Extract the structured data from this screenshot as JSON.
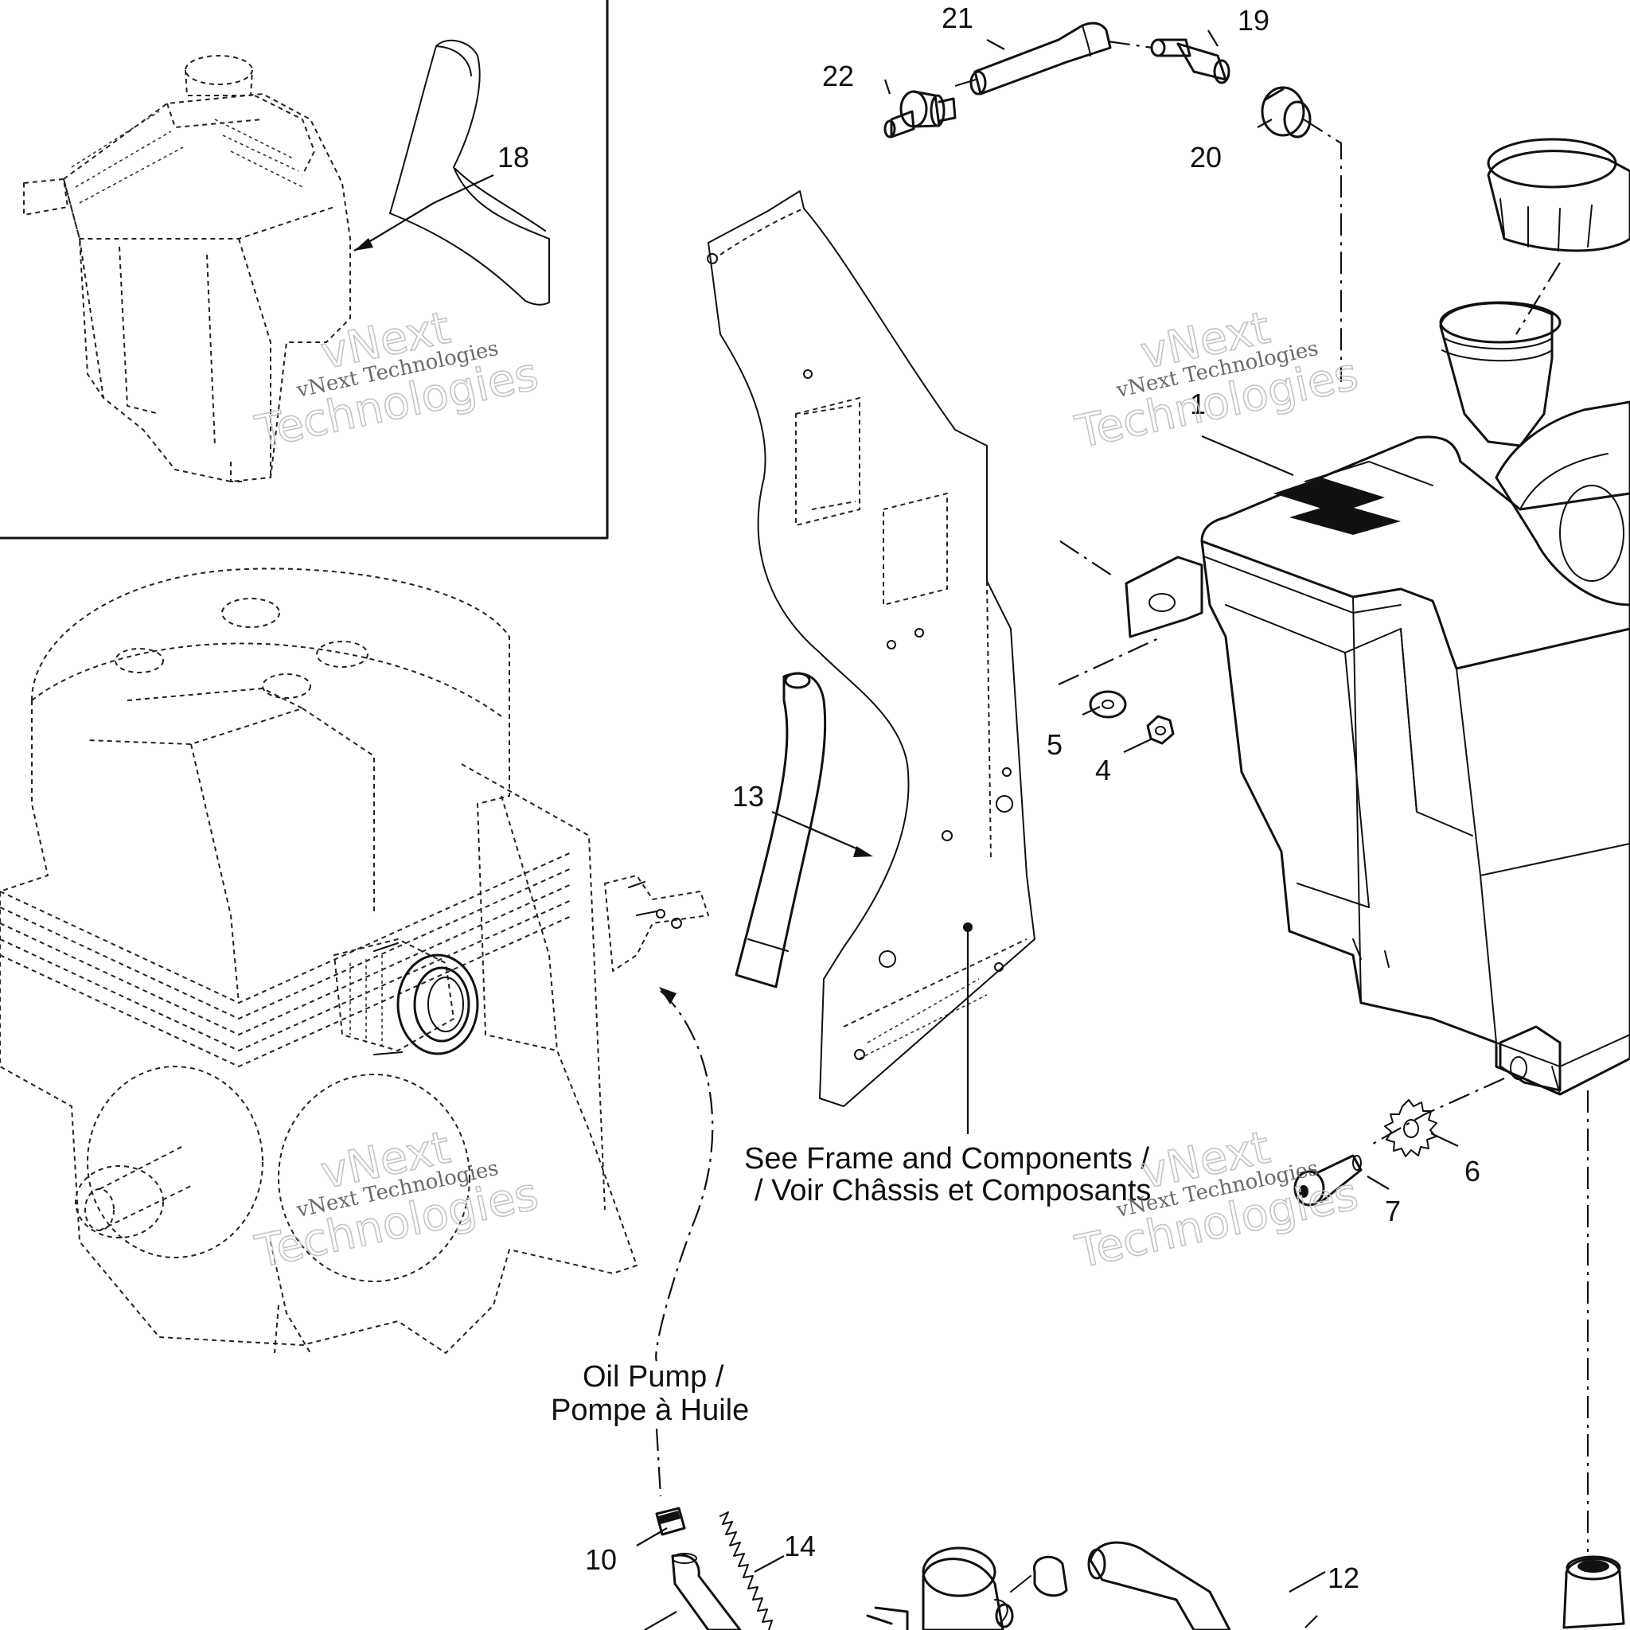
{
  "callouts": [
    {
      "id": "1",
      "label": "1"
    },
    {
      "id": "4",
      "label": "4"
    },
    {
      "id": "5",
      "label": "5"
    },
    {
      "id": "6",
      "label": "6"
    },
    {
      "id": "7",
      "label": "7"
    },
    {
      "id": "10",
      "label": "10"
    },
    {
      "id": "12",
      "label": "12"
    },
    {
      "id": "13",
      "label": "13"
    },
    {
      "id": "14",
      "label": "14"
    },
    {
      "id": "18",
      "label": "18"
    },
    {
      "id": "19",
      "label": "19"
    },
    {
      "id": "20",
      "label": "20"
    },
    {
      "id": "21",
      "label": "21"
    },
    {
      "id": "22",
      "label": "22"
    }
  ],
  "notes": {
    "frame_line1": "See Frame and Components /",
    "frame_line2": "/ Voir Châssis et Composants",
    "pump_line1": "Oil Pump /",
    "pump_line2": "Pompe à Huile"
  },
  "watermark": {
    "small": "vNext Technologies",
    "big1": "vNext",
    "big2": "Technologies"
  },
  "colors": {
    "line": "#111111",
    "watermark_outline": "#c4c4c4",
    "watermark_text": "#6a6a6a",
    "background": "#ffffff"
  }
}
